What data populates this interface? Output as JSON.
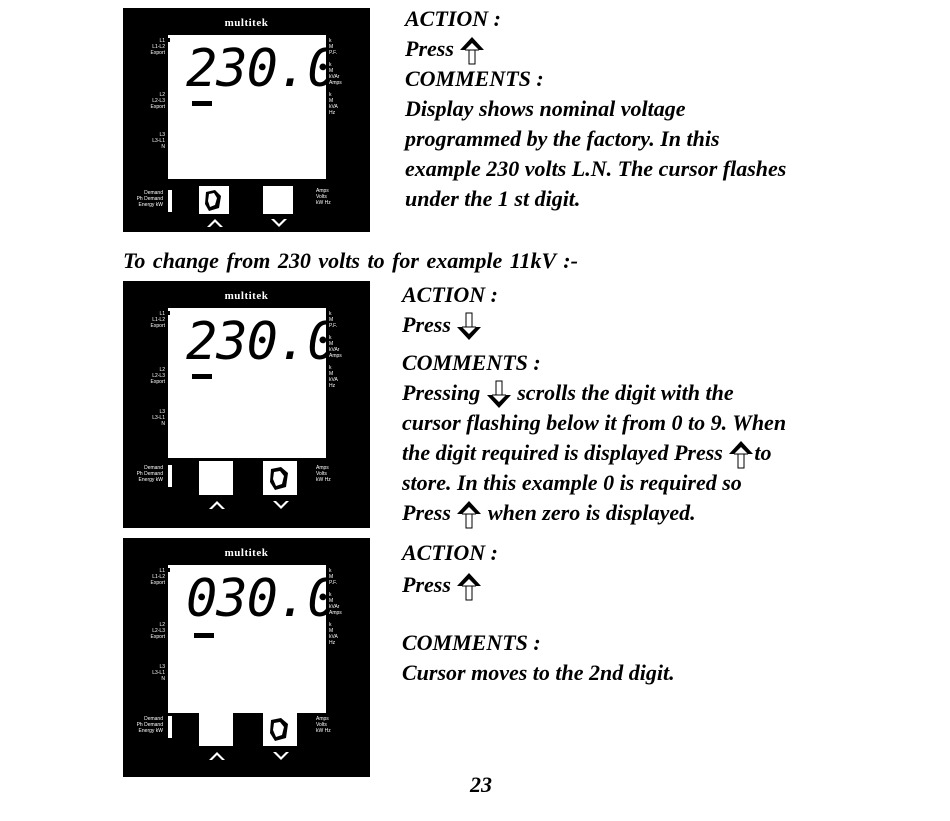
{
  "device": {
    "brand": "multitek"
  },
  "heading": "To change from 230 volts to for example 11kV :-",
  "page_number": "23",
  "steps": [
    {
      "display": "230.0",
      "action_label": "ACTION :",
      "press_label": "Press",
      "comments_label": "COMMENTS :",
      "comment_lines": [
        "Display shows nominal voltage",
        "programmed by the factory. In this",
        "example 230 volts L.N. The cursor flashes",
        "under the 1 st digit."
      ]
    },
    {
      "display": "230.0",
      "action_label": "ACTION :",
      "press_label": "Press",
      "comments_label": "COMMENTS :",
      "line1_a": "Pressing",
      "line1_b": "scrolls the digit with the",
      "line2": "cursor flashing  below it from 0 to 9. When",
      "line3_a": "the digit required is displayed Press",
      "line3_b": "to",
      "line4": "store. In this example 0 is required so",
      "line5_a": "Press",
      "line5_b": "when zero is displayed."
    },
    {
      "display": "030.0",
      "action_label": "ACTION :",
      "press_label": "Press",
      "comments_label": "COMMENTS :",
      "comment_lines": [
        "Cursor moves to the 2nd digit."
      ]
    }
  ]
}
